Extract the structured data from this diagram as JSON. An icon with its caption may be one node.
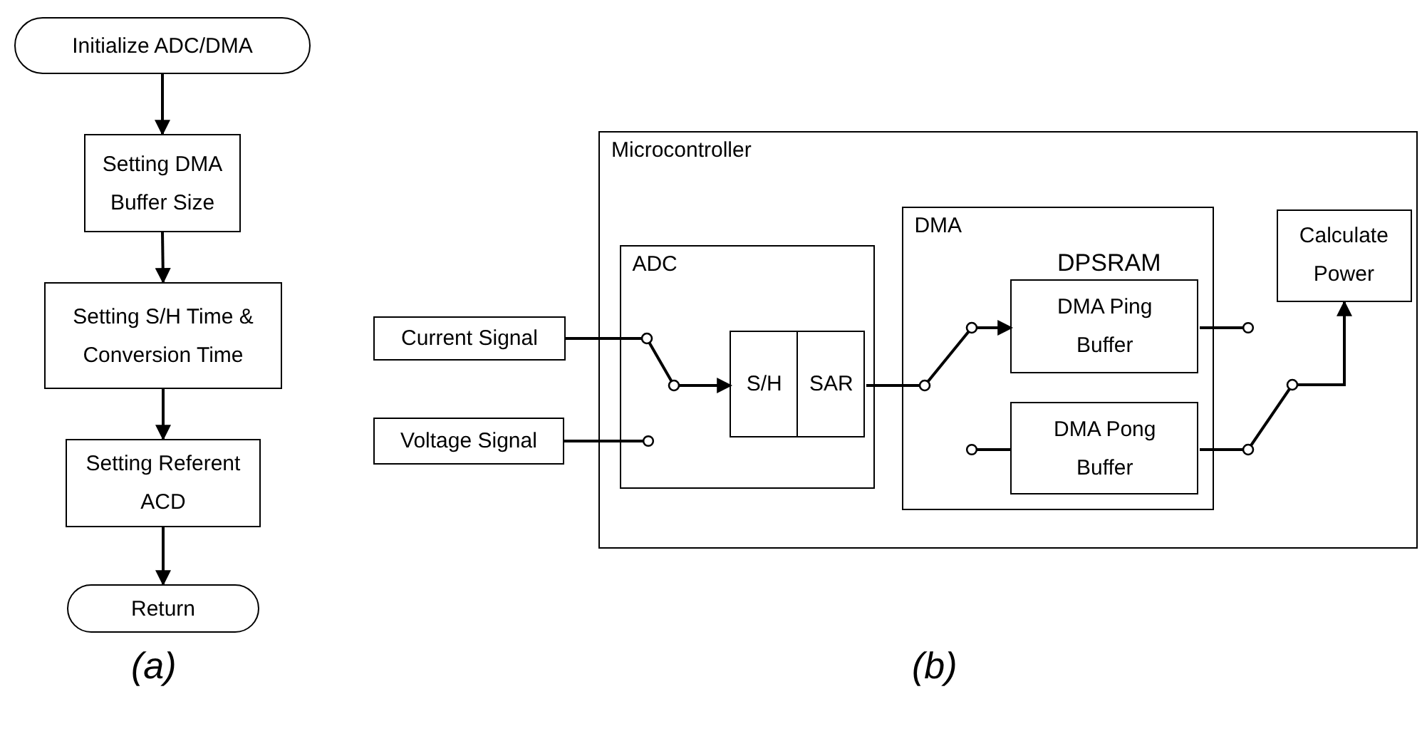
{
  "diagram": {
    "nodes": [
      {
        "text": [
          "Initialize ADC/DMA"
        ]
      },
      {
        "text": [
          "Setting DMA Buffer Size"
        ]
      },
      {
        "text": [
          "Setting S/H Time & Conversion Time"
        ]
      },
      {
        "text": [
          "Setting Referent ACD"
        ]
      },
      {
        "text": [
          "Return"
        ]
      },
      {
        "text": [
          "Microcontroller"
        ]
      },
      {
        "text": [
          "ADC"
        ],
        "in": 5
      },
      {
        "text": [
          "S/H"
        ],
        "in": 6
      },
      {
        "text": [
          "SAR"
        ],
        "in": 6
      },
      {
        "text": [
          "DMA"
        ],
        "in": 5
      },
      {
        "text": [
          "DMA Ping Buffer"
        ],
        "in": 9
      },
      {
        "text": [
          "DMA Pong Buffer"
        ],
        "in": 9
      },
      {
        "text": [
          "Calculate Power"
        ],
        "in": 5
      },
      {
        "text": [
          "Current Signal"
        ]
      },
      {
        "text": [
          "Voltage Signal"
        ]
      }
    ],
    "edges": [
      {
        "from": 0,
        "to": 1,
        "arrow": "to"
      },
      {
        "from": 1,
        "to": 2,
        "arrow": "to"
      },
      {
        "from": 2,
        "to": 3,
        "arrow": "to"
      },
      {
        "from": 3,
        "to": 4,
        "arrow": "to"
      },
      {
        "from": 13,
        "to": 7,
        "arrow": "to"
      },
      {
        "from": 14,
        "to": 6,
        "arrow": "other"
      },
      {
        "from": 8,
        "to": 10,
        "arrow": "to"
      },
      {
        "from": 10,
        "to": null,
        "arrow": "other"
      },
      {
        "from": null,
        "to": 11,
        "arrow": "other"
      },
      {
        "from": 11,
        "to": 12,
        "arrow": "to"
      }
    ],
    "labels": [
      "DPSRAM",
      "(a)",
      "(b)"
    ]
  }
}
